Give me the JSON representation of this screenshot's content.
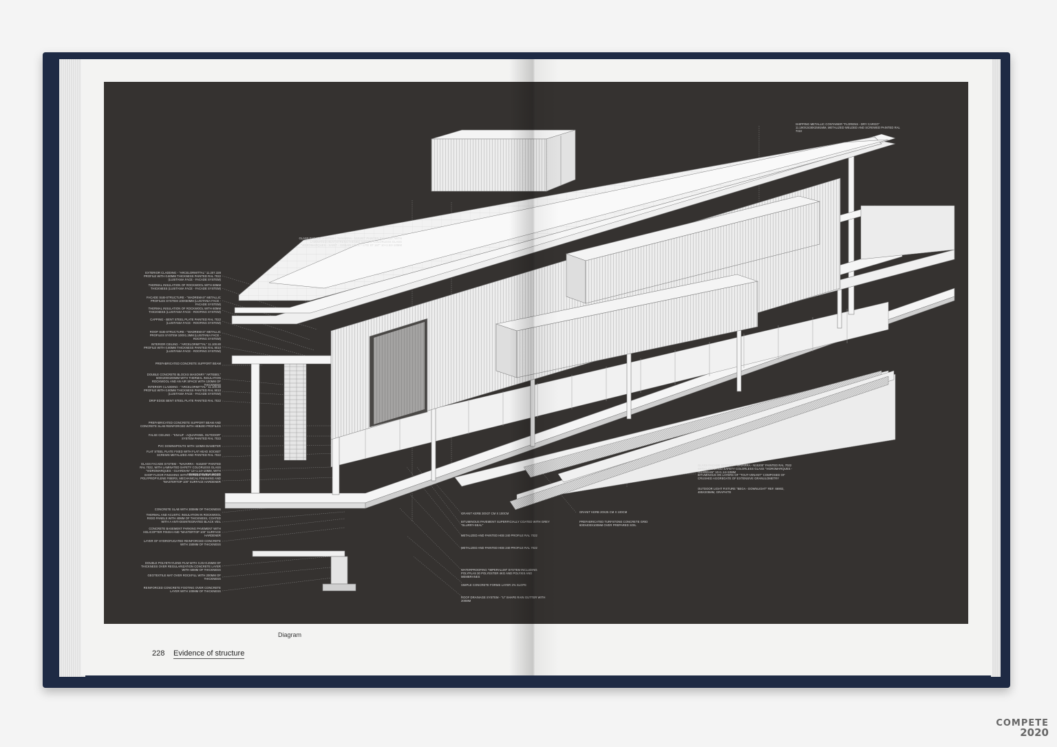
{
  "caption": "Diagram",
  "folio": {
    "page_number": "228",
    "running_head": "Evidence of structure"
  },
  "logo": {
    "line1": "COMPETE",
    "line2": "2020"
  },
  "annotations_left": [
    "Exterior cladding - \"ArcelorMittal\" 11.207.328 profile with 0.80mm thickness painted RAL 7022 (Lusitania face - facade system)",
    "Thermal insulation of rockwool with 60mm thickness (Lusitania face - facade system)",
    "Facade sub-structure - \"Madremax\" metallic profiles system 100x50mm (Lusitania face - facade system)",
    "Thermal insulation of rockwool with 60mm thickness (Lusitania face - roofing system)",
    "Capping - bent steel plate painted RAL 7022 (Lusitania face - roofing system)",
    "Roof sub-structure - \"Madremax\" metallic profiles system 100x1.2mm (Lusitania face - roofing system)",
    "Interior ceiling - \"ArcelorMittal\" 11.100.80 profile with 0.80mm thickness painted RAL 9010 (Lusitania face - roofing system)",
    "Prefabricated concrete support beam",
    "Double concrete blocks masonry \"Artebel\" 500x200x200mm with thermal insulation rockwool and an air space with 100mm of thickness",
    "Interior cladding - \"ArcelorMittal\" 11.100.80 profile with 0.80mm thickness painted RAL 9010 (Lusitania face - facade system)",
    "Drip edge bent steel plate painted RAL 7022",
    "Prefabricated concrete support beam and concrete slab reinforced with HEB200 profiles",
    "False ceiling - \"Knauf - Aquapanel Outdoor\" system painted RAL 7022",
    "PVC downspouts with 110mm diameter",
    "Flat steel plate fixed with flat head socket screws metalized and painted RAL 7022",
    "Glass facade system - \"Navarra - N15200\" painted RAL 7022, with laminated safety colorless glass \"Vidromarques - Guardian\" 12+1.14+10mm, with hinged double door",
    "Shop floor finishing with screed reinforced polypropylene fibers, mechanical finishing and \"Mastertop 100\" surface hardener",
    "Concrete slab with 300mm of thickness",
    "Thermal and acustic insulation in rockwool rigid panels with 40mm of thickness, coated with a anti-disintegrated black veil",
    "Concrete basement parking pavement with helicopter finish and \"Mastertop 100\" surface hardener",
    "Layer of hydrofugated reinforced concrete with 150mm of thickness",
    "Double polyethylene film with 0.25+0.25mm of thickness over regularization concrete layer with 50mm of thickness",
    "Geotextile mat over rockfill with 200mm of thickness",
    "Reinforced concrete footing over concrete layer with 100mm of thickness"
  ],
  "annotations_top": [
    "Glass facade system - \"Navarra - N15200\" painted RAL 7022, with laminated heat-strengthened safety colorless glass \"Vidromarques - Saint - Gobain Cool - Lite ST 167\" 10+1.52+10mm"
  ],
  "annotations_top_right": [
    "Shipping metallic container \"Florens - Dry Cargo\" 11.190x2438x2591mm, metalized welded and screwed painted RAL 7022"
  ],
  "annotations_center": [
    "Granit kerb 30x37 cm x 100cm",
    "Bituminous pavement superficially coated with grey \"Slurry-Seal\"",
    "Metalized and painted HEB 240 profile RAL 7022",
    "Metalized and painted HEB 240 profile RAL 7022",
    "Waterproofing \"Imperalum\" system including polyplas 30 polyester 4kg and polyxis and membranes",
    "Simple concrete forms layer 2% slope",
    "Roof drainage system - \"U\" shape rain gutter with 200mm"
  ],
  "annotations_right_center": [
    "Granit kerb 20x25 cm x 100cm",
    "Prefabricated turfstone concrete grid 600x400x100mm over prepared soil"
  ],
  "annotations_right": [
    "Glass facade system - \"Navarra - N15200\" painted RAL 7022 with laminated safety colorless glass \"Vidromarques - Guardian\" 10+1.14+10mm",
    "Bituminous on layers of \"Tout-Venant\" composed of crushed aggregate of extensive granulometry",
    "Outdoor light fixture \"Bega - Downlight\" ref. 66902, 485x205mm, graphite"
  ]
}
